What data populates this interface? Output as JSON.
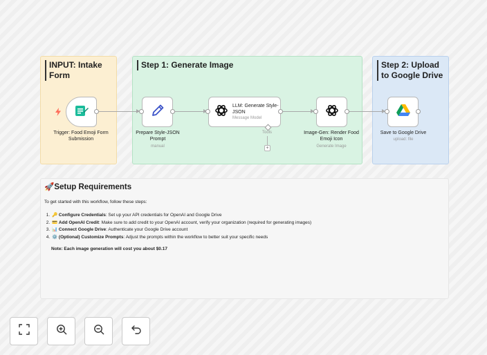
{
  "groups": {
    "input": {
      "title": "INPUT: Intake Form"
    },
    "step1": {
      "title": "Step 1: Generate Image"
    },
    "step2": {
      "title": "Step 2: Upload to Google Drive"
    }
  },
  "nodes": {
    "trigger": {
      "label": "Trigger: Food Emoji Form Submission",
      "icon": "form-icon",
      "badge_icon": "lightning-icon"
    },
    "prepare": {
      "label": "Prepare Style-JSON Prompt",
      "sub": "manual",
      "icon": "pencil-icon"
    },
    "llm": {
      "title": "LLM: Generate Style-JSON",
      "sub": "Message Model",
      "icon": "openai-icon",
      "tools_label": "Tools",
      "add_symbol": "+"
    },
    "imagegen": {
      "label": "Image-Gen: Render Food Emoji Icon",
      "sub": "Generate Image",
      "icon": "openai-icon"
    },
    "drive": {
      "label": "Save to Google Drive",
      "sub": "upload: file",
      "icon": "google-drive-icon"
    }
  },
  "setup": {
    "title_emoji": "🚀",
    "title": "Setup Requirements",
    "intro": "To get started with this workflow, follow these steps:",
    "steps": [
      {
        "emoji": "🔑",
        "bold": "Configure Credentials",
        "text": ": Set up your API credentials for OpenAI and Google Drive"
      },
      {
        "emoji": "💳",
        "bold": "Add OpenAI Credit",
        "text": ": Make sure to add credit to your OpenAI account, verify your organization (required for generating images)"
      },
      {
        "emoji": "📊",
        "bold": "Connect Google Drive",
        "text": ": Authenticate your Google Drive account"
      },
      {
        "emoji": "⚙️",
        "bold": "(Optional) Customize Prompts",
        "text": ": Adjust the prompts within the workflow to better suit your specific needs"
      }
    ],
    "note": "Note: Each image generation will cost you about $0.17"
  },
  "controls": [
    "fit-view-icon",
    "zoom-in-icon",
    "zoom-out-icon",
    "undo-icon"
  ],
  "colors": {
    "input_group": "#fcefd2",
    "step1_group": "#d9f3e3",
    "step2_group": "#dbe8f6",
    "form_icon": "#1bbc9b",
    "trigger_bolt": "#ff6d5a",
    "pencil": "#3c53c8"
  }
}
